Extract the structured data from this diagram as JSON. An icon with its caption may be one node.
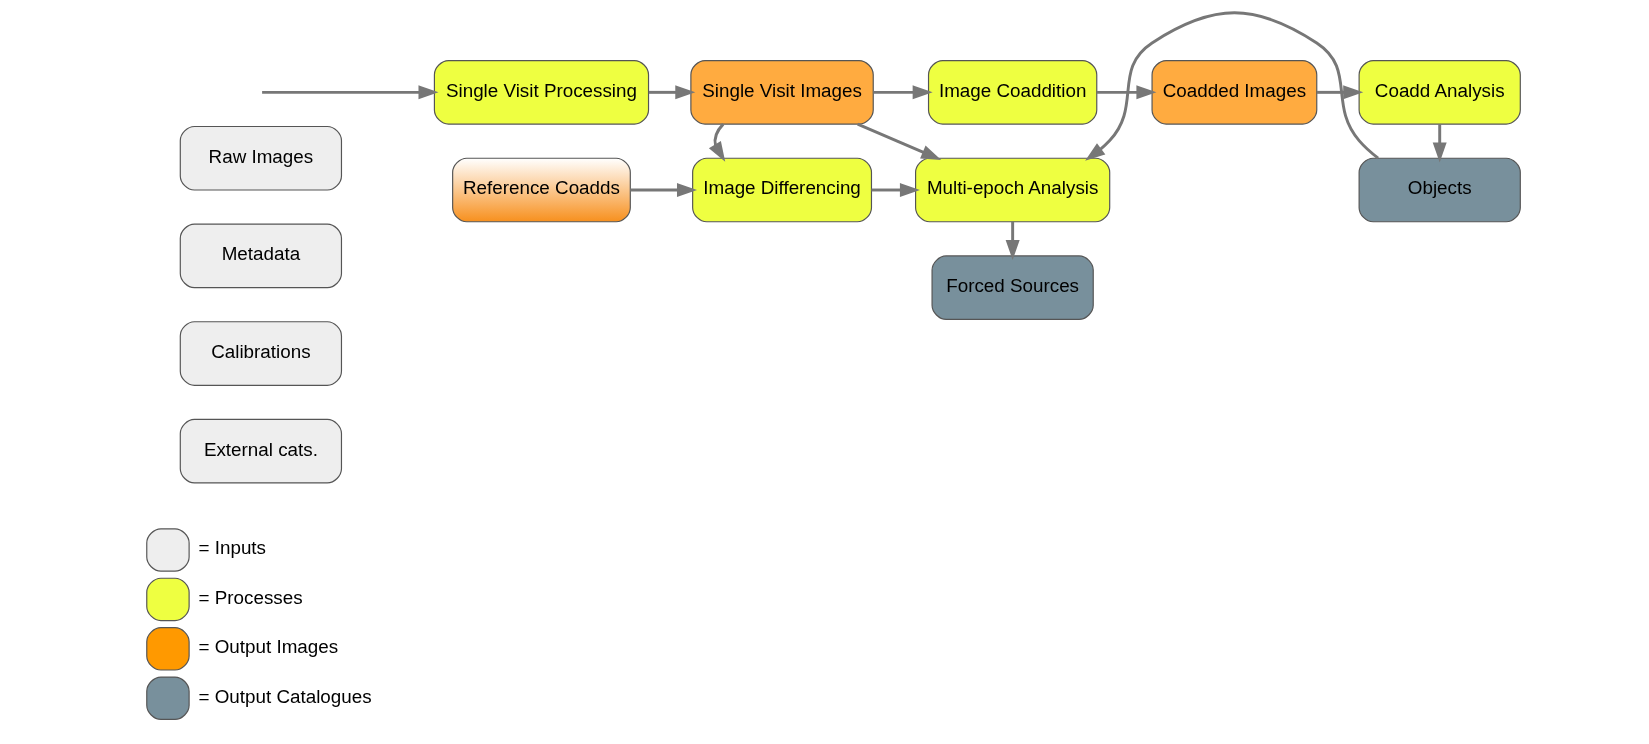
{
  "diagram": {
    "nodes": [
      {
        "text": [
          "Raw Images"
        ]
      },
      {
        "text": [
          "Metadata"
        ]
      },
      {
        "text": [
          "Calibrations"
        ]
      },
      {
        "text": [
          "External cats."
        ]
      },
      {
        "text": [
          "Single Visit Processing"
        ]
      },
      {
        "text": [
          "Single Visit Images"
        ]
      },
      {
        "text": [
          "Image Coaddition"
        ]
      },
      {
        "text": [
          "Coadded Images"
        ]
      },
      {
        "text": [
          "Coadd Analysis"
        ]
      },
      {
        "text": [
          "Reference Coadds"
        ]
      },
      {
        "text": [
          "Image Differencing"
        ]
      },
      {
        "text": [
          "Multi-epoch Analysis"
        ]
      },
      {
        "text": [
          "Objects"
        ]
      },
      {
        "text": [
          "Forced Sources"
        ]
      }
    ],
    "edges": [
      {
        "from": null,
        "to": 4,
        "arrow": "to"
      },
      {
        "from": 4,
        "to": 5,
        "arrow": "to"
      },
      {
        "from": 5,
        "to": 6,
        "arrow": "to"
      },
      {
        "from": 6,
        "to": 7,
        "arrow": "to"
      },
      {
        "from": 7,
        "to": 8,
        "arrow": "to"
      },
      {
        "from": 5,
        "to": 10,
        "arrow": "to"
      },
      {
        "from": 5,
        "to": 11,
        "arrow": "to"
      },
      {
        "from": 8,
        "to": 12,
        "arrow": "to"
      },
      {
        "from": 9,
        "to": 10,
        "arrow": "to"
      },
      {
        "from": 10,
        "to": 11,
        "arrow": "to"
      },
      {
        "from": 12,
        "to": 11,
        "arrow": "to"
      },
      {
        "from": 11,
        "to": 13,
        "arrow": "to"
      }
    ],
    "legend": [
      {
        "text": "= Inputs",
        "color": "#eeeeee"
      },
      {
        "text": "= Processes",
        "color": "#eeff41"
      },
      {
        "text": "= Output Images",
        "color": "#ff9900"
      },
      {
        "text": "= Output Catalogues",
        "color": "#78909c"
      }
    ]
  }
}
